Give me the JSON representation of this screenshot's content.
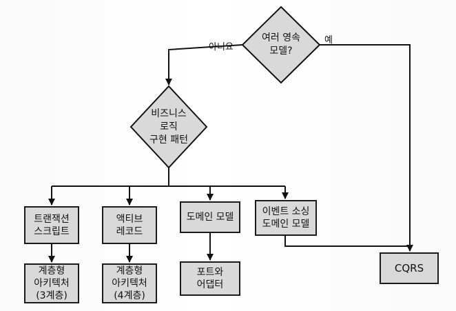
{
  "decisions": {
    "root": "여러 영속\n모델?",
    "logic": "비즈니스\n로직\n구현 패턴"
  },
  "edges": {
    "no": "아니요",
    "yes": "예"
  },
  "patterns": [
    {
      "name": "트랜잭션\n스크립트",
      "architecture": "계층형\n아키텍처\n(3계층)"
    },
    {
      "name": "액티브\n레코드",
      "architecture": "계층형\n아키텍처\n(4계층)"
    },
    {
      "name": "도메인 모델",
      "architecture": "포트와\n어댑터"
    },
    {
      "name": "이벤트 소싱\n도메인 모델"
    }
  ],
  "cqrs": "CQRS"
}
